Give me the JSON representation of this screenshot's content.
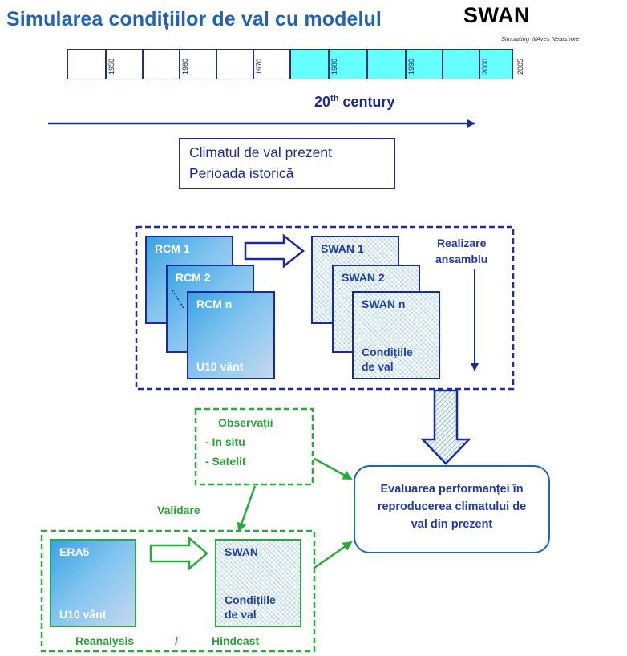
{
  "title": "Simularea condițiilor de val cu modelul",
  "logo": {
    "text": "SWAN",
    "subtitle": "Simulating WAves Nearshore"
  },
  "timeline": {
    "ticks": [
      "1950",
      "1960",
      "1970",
      "1980",
      "1990",
      "2000",
      "2005"
    ],
    "century_main": "20",
    "century_sup": "th",
    "century_rest": " century",
    "highlight_color": "#66ffff"
  },
  "present_box": {
    "line1": "Climatul  de val prezent",
    "line2": "Perioada istorică"
  },
  "ensemble": {
    "rcm": [
      "RCM 1",
      "RCM 2",
      "RCM n"
    ],
    "rcm_bottom": "U10 vânt",
    "swan": [
      "SWAN 1",
      "SWAN 2",
      "SWAN n"
    ],
    "swan_bottom_line1": "Condițiile",
    "swan_bottom_line2": "de val",
    "label_line1": "Realizare",
    "label_line2": "ansamblu"
  },
  "observations": {
    "title": "Observații",
    "item1": "- In situ",
    "item2": "- Satelit"
  },
  "validation_label": "Validare",
  "evaluation": {
    "line1": "Evaluarea performanței în",
    "line2": "reproducerea climatului de",
    "line3": "val din prezent"
  },
  "reanalysis": {
    "era5": "ERA5",
    "era5_bottom": "U10 vânt",
    "swan": "SWAN",
    "swan_bottom_line1": "Condițiile",
    "swan_bottom_line2": "de val",
    "footer_left": "Reanalysis",
    "footer_sep": "/",
    "footer_right": "Hindcast"
  },
  "colors": {
    "blue": "#1a2ba0",
    "green": "#27ab3a",
    "title_blue": "#1f63b4"
  }
}
